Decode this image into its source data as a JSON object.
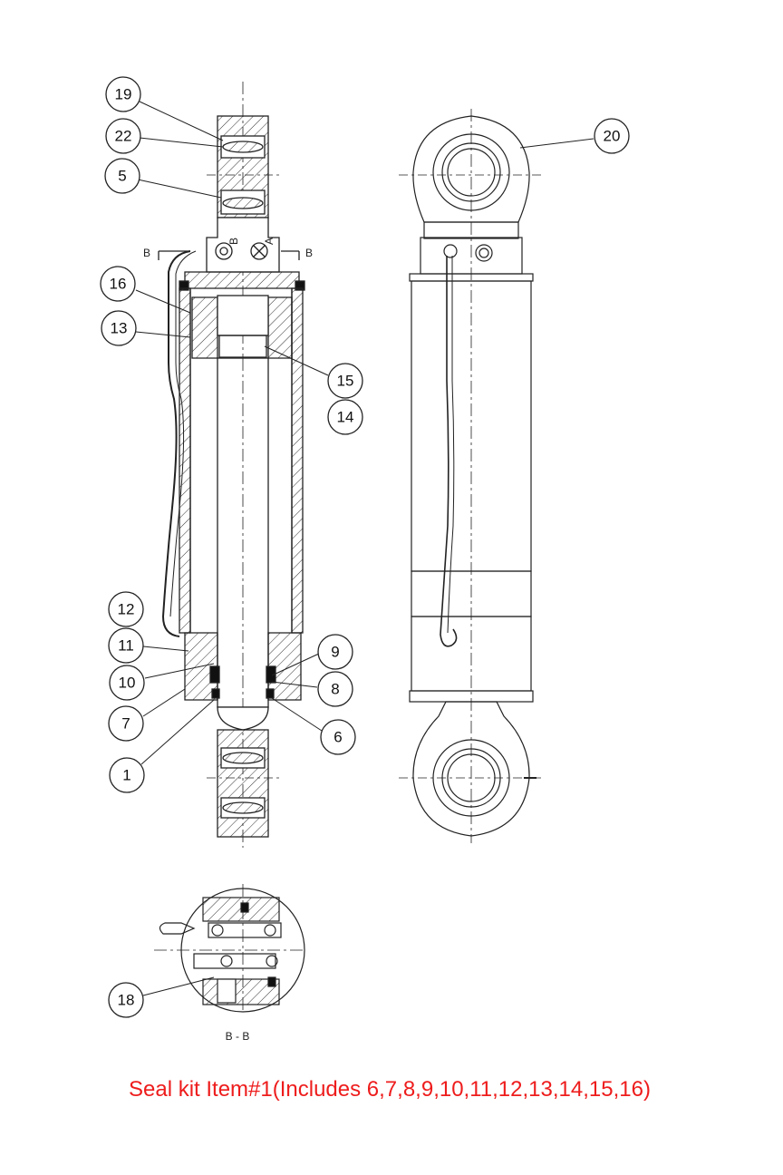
{
  "callouts": {
    "c19": "19",
    "c22": "22",
    "c5": "5",
    "c16": "16",
    "c13": "13",
    "c15": "15",
    "c14": "14",
    "c12": "12",
    "c11": "11",
    "c10": "10",
    "c7": "7",
    "c1": "1",
    "c9": "9",
    "c8": "8",
    "c6": "6",
    "c20": "20",
    "c18": "18"
  },
  "section_marks": {
    "left_b": "B",
    "right_b": "B",
    "port_b": "B",
    "port_a": "A",
    "section_label": "B - B"
  },
  "seal_kit_note": "Seal kit Item#1(Includes  6,7,8,9,10,11,12,13,14,15,16)",
  "colors": {
    "line": "#222222",
    "note": "#ee1c1c"
  }
}
